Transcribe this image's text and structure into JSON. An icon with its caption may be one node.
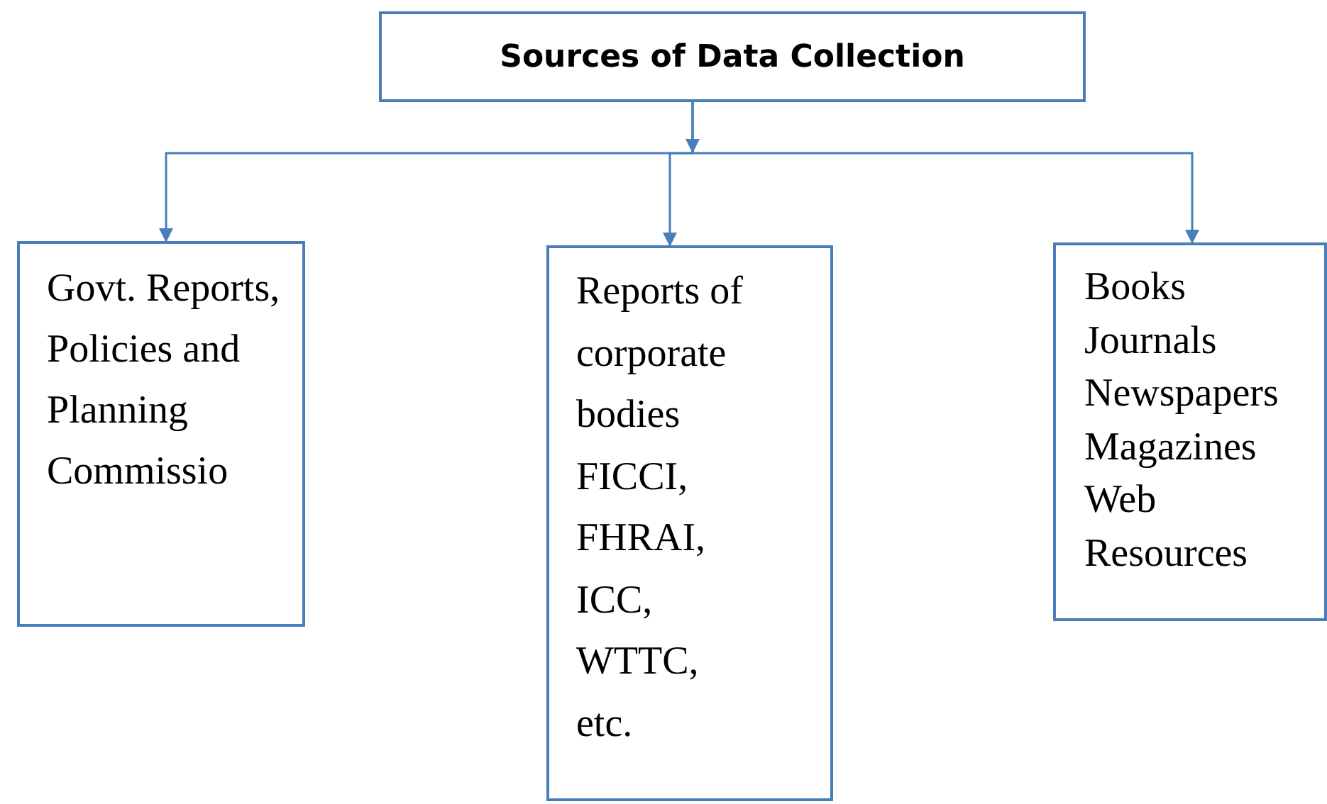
{
  "diagram": {
    "nodes": [
      {
        "text": [
          "Sources of Data Collection"
        ]
      },
      {
        "text": [
          "Govt. Reports, Policies and Planning Commissio"
        ]
      },
      {
        "text": [
          "Reports of corporate bodies",
          "FICCI,",
          "FHRAI,",
          "ICC,",
          "WTTC,",
          "etc."
        ]
      },
      {
        "text": [
          "Books",
          "Journals",
          "Newspapers",
          "Magazines",
          "Web Resources"
        ]
      }
    ],
    "edges": [
      {
        "from": 0,
        "to": 1,
        "arrow": "to"
      },
      {
        "from": 0,
        "to": 2,
        "arrow": "to"
      },
      {
        "from": 0,
        "to": 3,
        "arrow": "to"
      }
    ]
  }
}
